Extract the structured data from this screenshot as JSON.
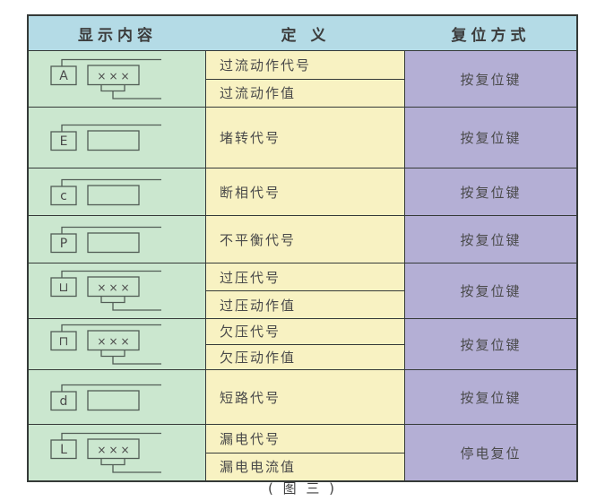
{
  "table": {
    "xxx_label": "×××",
    "headers": [
      {
        "label": "显示内容"
      },
      {
        "label": "定 义"
      },
      {
        "label": "复位方式"
      }
    ],
    "rows": [
      {
        "symbol_letter": "A",
        "has_value_display": true,
        "definitions": [
          "过流动作代号",
          "过流动作值"
        ],
        "reset": "按复位键"
      },
      {
        "symbol_letter": "E",
        "has_value_display": false,
        "definitions": [
          "堵转代号"
        ],
        "reset": "按复位键"
      },
      {
        "symbol_letter": "c",
        "has_value_display": false,
        "definitions": [
          "断相代号"
        ],
        "reset": "按复位键"
      },
      {
        "symbol_letter": "P",
        "has_value_display": false,
        "definitions": [
          "不平衡代号"
        ],
        "reset": "按复位键"
      },
      {
        "symbol_letter": "⊔",
        "has_value_display": true,
        "definitions": [
          "过压代号",
          "过压动作值"
        ],
        "reset": "按复位键"
      },
      {
        "symbol_letter": "⊓",
        "has_value_display": true,
        "definitions": [
          "欠压代号",
          "欠压动作值"
        ],
        "reset": "按复位键"
      },
      {
        "symbol_letter": "d",
        "has_value_display": false,
        "definitions": [
          "短路代号"
        ],
        "reset": "按复位键"
      },
      {
        "symbol_letter": "L",
        "has_value_display": true,
        "definitions": [
          "漏电代号",
          "漏电电流值"
        ],
        "reset": "停电复位"
      }
    ]
  },
  "caption": "( 图 三 )",
  "colors": {
    "header_bg": "#b4dbe6",
    "symbol_col_bg": "#cbe7cf",
    "definition_col_bg": "#f8f2c2",
    "reset_col_bg": "#b4afd5",
    "border": "#353a38"
  }
}
